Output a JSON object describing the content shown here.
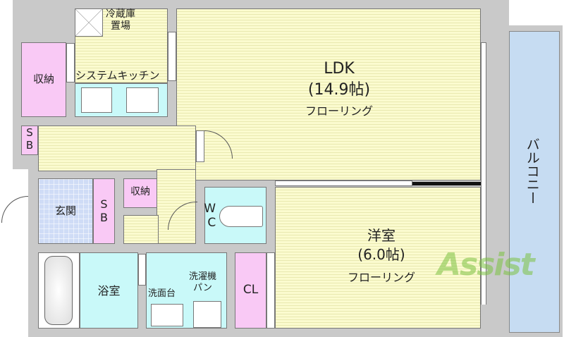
{
  "rooms": {
    "ldk": {
      "name": "LDK",
      "size": "(14.9帖)",
      "floor": "フローリング"
    },
    "western": {
      "name": "洋室",
      "size": "(6.0帖)",
      "floor": "フローリング"
    },
    "fridge": {
      "line1": "冷蔵庫",
      "line2": "置場"
    },
    "kitchen": "システムキッチン",
    "storage1": "収納",
    "storage2": "収納",
    "sb1": {
      "line1": "S",
      "line2": "B"
    },
    "sb2": {
      "line1": "S",
      "line2": "B"
    },
    "entrance": "玄関",
    "wc": {
      "line1": "W",
      "line2": "C"
    },
    "bath": "浴室",
    "washbasin": "洗面台",
    "washer": {
      "line1": "洗濯機",
      "line2": "パン"
    },
    "closet": "CL",
    "balcony": "バルコニー"
  },
  "watermark": "Assist",
  "colors": {
    "wall": "#c9c9c9",
    "floor": "#fbfbcf",
    "storage": "#f9c9f5",
    "wet": "#c9f9f9",
    "entrance": "#cfdcf6",
    "balcony": "#c6dcf2",
    "logo": "#7cc242"
  }
}
